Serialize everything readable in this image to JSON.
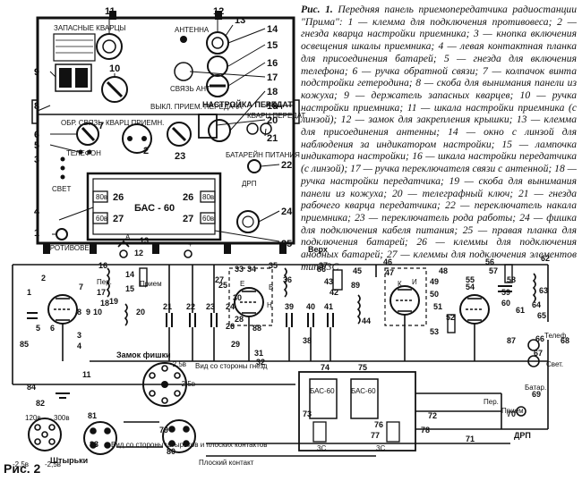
{
  "figure1": {
    "caption_title": "Рис. 1.",
    "caption_text": "Передняя панель приемопередатчика радиостанции \"Прима\": 1 — клемма для подключения противовеса; 2 — гнезда кварца настройки приемника; 3 — кнопка включения освещения шкалы приемника; 4 — левая контактная планка для присоединения батарей; 5 — гнезда для включения телефона; 6 — ручка обратной связи; 7 — колпачок винта подстройки гетеродина; 8 — скоба для вынимания панели из кожуха; 9 — держатель запасных кварцев; 10 — ручка настройки приемника; 11 — шкала настройки приемника (с линзой); 12 — замок для закрепления крышки; 13 — клемма для присоединения антенны; 14 — окно с линзой для наблюдения за индикатором настройки; 15 — лампочка индикатора настройки; 16 — шкала настройки передатчика (с линзой); 17 — ручка переключателя связи с антенной; 18 — ручка настройки передатчика; 19 — скоба для вынимания панели из кожуха; 20 — телеграфный ключ; 21 — гнезда рабочего кварца передатчика; 22 — переключатель накала приемника; 23 — переключатель рода работы; 24 — фишка для подключения кабеля питания; 25 — правая планка для подключения батарей; 26 — клеммы для подключения анодных батарей; 27 — клеммы для подключения элементов типа 3С",
    "panel_labels": {
      "antenna": "АНТЕННА",
      "svyaz_ant": "СВЯЗЬ АНТ",
      "nastroika_pered": "НАСТРОЙКА ПЕРЕДАТ.",
      "kvarts_pered": "КВАРЦ ПЕРЕДАТ.",
      "vykl_priem_pered": "ВЫКЛ. ПРИЕМ. ПЕРЕДАЧА",
      "obr_svyaz": "ОБР. СВЯЗЬ",
      "kvarts_priem": "КВАРЦ ПРИЕМН.",
      "telefon": "ТЕЛЕФОН",
      "svet": "СВЕТ",
      "batarei_pitaniya": "БАТАРЕЙН ПИТАНИЯ",
      "drp": "ДРП",
      "protivoves": "ПРОТИВОВЕС",
      "bas60": "БАС - 60",
      "zapasnye": "ЗАПАСНЫЕ КВАРЦЫ",
      "v80_left": "80в",
      "v60_left": "60в",
      "v80_right": "80в",
      "v60_right": "60в"
    },
    "callouts": [
      "1",
      "2",
      "3",
      "4",
      "5",
      "6",
      "7",
      "8",
      "9",
      "10",
      "11",
      "12",
      "13",
      "14",
      "15",
      "16",
      "17",
      "18",
      "19",
      "20",
      "21",
      "22",
      "23",
      "24",
      "25",
      "26",
      "27"
    ]
  },
  "figure2": {
    "title": "Рис. 2",
    "labels": {
      "verh": "Верх",
      "zamok_fishki": "Замок фишки",
      "vid_so_storony_gnezd": "Вид со стороны гнезд",
      "shtyrki": "Штырьки",
      "vid_so_storony_shtyrkov": "Вид со стороны штырьков и плоских контактов",
      "ploskiy_kontakt": "Плоский контакт",
      "per": "Пер.",
      "priem": "Прием",
      "per2": "Пер.",
      "priem2": "Прием",
      "telef": "Телеф.",
      "svet": "Свет.",
      "batar": "Батар.",
      "drp": "ДРП",
      "bas60": "БАС-60",
      "bas60_2": "БАС-60",
      "v25_a": "-2,5в",
      "v25_b": "-2,5в",
      "v25_c": "-2,5в",
      "v25_d": "-2,5в",
      "v120": "120в",
      "v300": "300в",
      "s3c_1": "3С",
      "s3c_2": "3С",
      "plus_a": "+",
      "A": "А",
      "B": "В",
      "Ki": "К",
      "He": "Н",
      "E": "Е",
      "I": "И"
    },
    "component_numbers": [
      "1",
      "2",
      "3",
      "4",
      "5",
      "6",
      "7",
      "8",
      "9",
      "10",
      "11",
      "12",
      "13",
      "14",
      "15",
      "16",
      "17",
      "18",
      "19",
      "20",
      "21",
      "22",
      "23",
      "24",
      "25",
      "26",
      "27",
      "28",
      "29",
      "30",
      "31",
      "32",
      "33",
      "34",
      "35",
      "36",
      "37",
      "38",
      "39",
      "40",
      "41",
      "42",
      "43",
      "44",
      "45",
      "46",
      "47",
      "48",
      "49",
      "50",
      "51",
      "52",
      "53",
      "54",
      "55",
      "56",
      "57",
      "58",
      "59",
      "60",
      "61",
      "62",
      "63",
      "64",
      "65",
      "66",
      "67",
      "68",
      "69",
      "70",
      "71",
      "72",
      "73",
      "74",
      "75",
      "76",
      "77",
      "78",
      "79",
      "80",
      "81",
      "82",
      "83",
      "84",
      "85",
      "86",
      "87",
      "88",
      "89"
    ]
  }
}
